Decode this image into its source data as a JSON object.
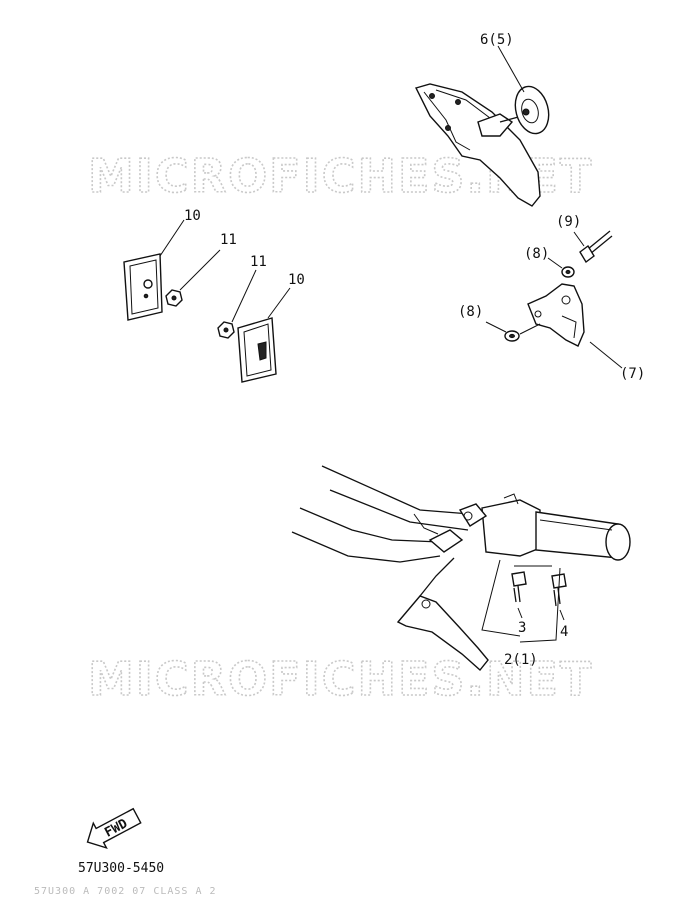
{
  "watermarks": [
    "MICROFICHES.NET",
    "MICROFICHES.NET"
  ],
  "labels": {
    "horn": "6(5)",
    "bolt_9": "(9)",
    "washer_8_top": "(8)",
    "washer_8_bottom": "(8)",
    "bracket_7": "(7)",
    "reflector_left": "10",
    "nut_left": "11",
    "nut_right": "11",
    "reflector_right": "10",
    "screw_3": "3",
    "screw_4": "4",
    "switch_assy": "2(1)"
  },
  "fwd_arrow": "FWD",
  "diagram_code": "57U300-5450",
  "footer_text": "57U300 A 7002 07  CLASS A 2"
}
